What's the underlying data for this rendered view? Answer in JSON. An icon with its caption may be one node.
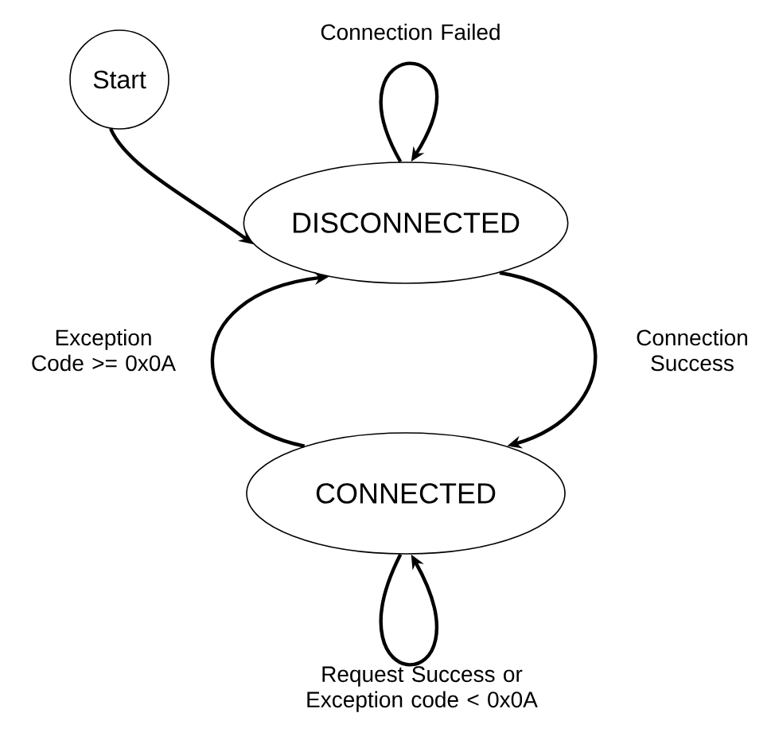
{
  "diagram": {
    "nodes": [
      {
        "text": [
          "Start"
        ]
      },
      {
        "text": [
          "DISCONNECTED"
        ]
      },
      {
        "text": [
          "CONNECTED"
        ]
      }
    ],
    "edges": [
      {
        "from": 0,
        "to": 1,
        "arrow": "to"
      },
      {
        "from": 1,
        "to": 1,
        "arrow": "to",
        "label": "Connection Failed"
      },
      {
        "from": 1,
        "to": 2,
        "arrow": "to",
        "label": "Connection Success"
      },
      {
        "from": 2,
        "to": 1,
        "arrow": "to",
        "label": "Exception Code >= 0x0A"
      },
      {
        "from": 2,
        "to": 2,
        "arrow": "to",
        "label": "Request Success or Exception code < 0x0A"
      }
    ]
  }
}
